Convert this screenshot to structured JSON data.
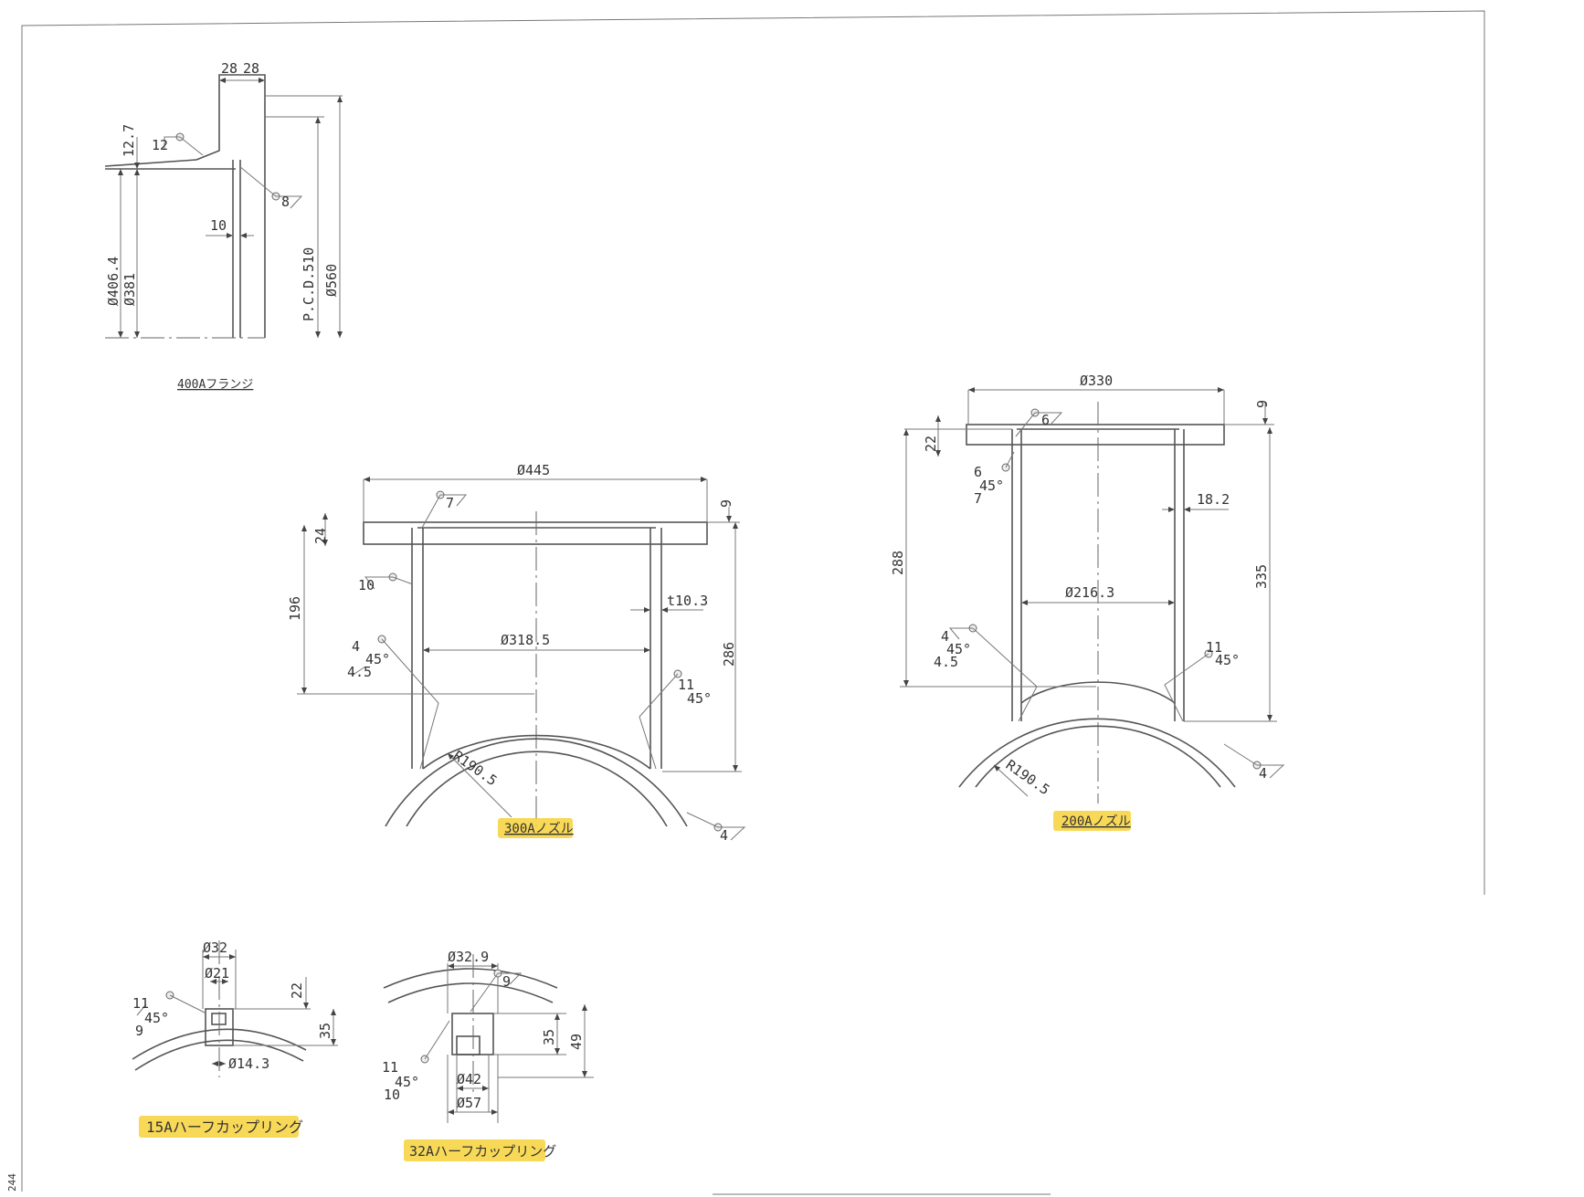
{
  "page_number": "244",
  "flange_400a": {
    "title": "400Aフランジ",
    "dims": {
      "t1": "28",
      "t2": "28",
      "h": "12.7",
      "gap": "10",
      "od": "Ø406.4",
      "id": "Ø381",
      "pcd": "P.C.D.510",
      "fo": "Ø560"
    },
    "welds": {
      "w1": "12",
      "w2": "8"
    }
  },
  "nozzle_300a": {
    "title": "300Aノズル",
    "dims": {
      "flange_dia": "Ø445",
      "flange_t": "24",
      "gap": "9",
      "h1": "196",
      "h2": "286",
      "wall": "t10.3",
      "bore": "Ø318.5",
      "radius": "R190.5"
    },
    "welds": {
      "w1": "7",
      "w2": "10",
      "w3": "4",
      "w4": "11",
      "w5": "4",
      "w6": "4.5",
      "angle": "45°"
    }
  },
  "nozzle_200a": {
    "title": "200Aノズル",
    "dims": {
      "flange_dia": "Ø330",
      "gap": "9",
      "flange_t": "22",
      "h1": "288",
      "h2": "335",
      "wall": "18.2",
      "bore": "Ø216.3",
      "radius": "R190.5"
    },
    "welds": {
      "w1": "6",
      "w2": "6",
      "w3": "7",
      "w4": "4",
      "w5": "4.5",
      "w6": "11",
      "w7": "4",
      "angle": "45°"
    }
  },
  "coupling_15a": {
    "title": "15Aハーフカップリング",
    "dims": {
      "od": "Ø32",
      "id": "Ø21",
      "h1": "22",
      "h2": "35",
      "bore": "Ø14.3"
    },
    "welds": {
      "w1": "11",
      "w2": "9",
      "angle": "45°"
    }
  },
  "coupling_32a": {
    "title": "32Aハーフカップリング",
    "dims": {
      "top": "Ø32.9",
      "h1": "35",
      "h2": "49",
      "id": "Ø42",
      "od": "Ø57"
    },
    "welds": {
      "w1": "9",
      "w2": "11",
      "w3": "10",
      "angle": "45°"
    }
  }
}
